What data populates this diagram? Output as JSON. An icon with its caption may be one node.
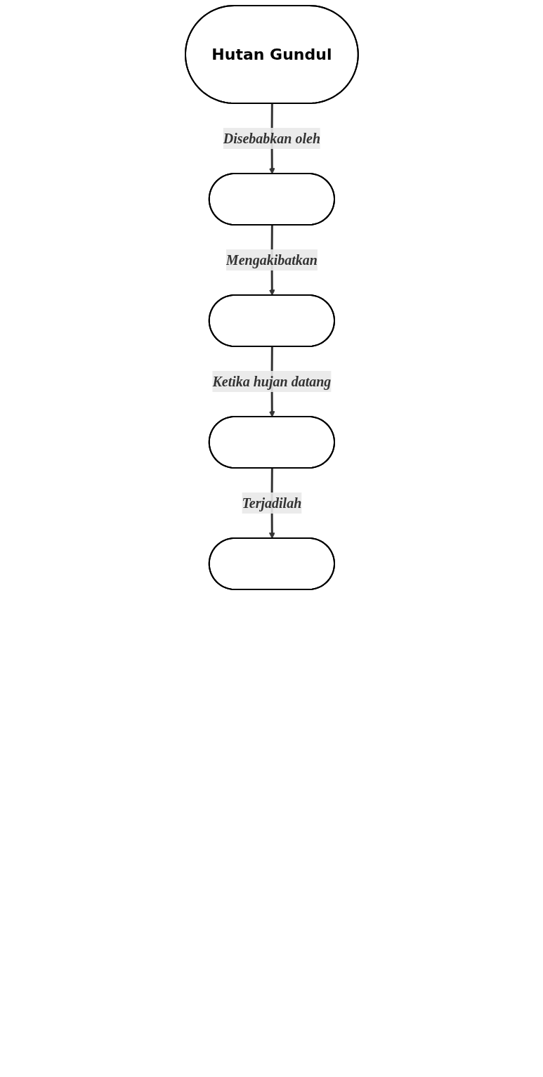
{
  "diagram": {
    "nodes": [
      {
        "text": [
          "Hutan Gundul"
        ]
      },
      {
        "text": [],
        "shape": "ellipse"
      },
      {
        "text": [],
        "shape": "ellipse"
      },
      {
        "text": [],
        "shape": "ellipse"
      },
      {
        "text": [],
        "shape": "ellipse"
      }
    ],
    "edges": [
      {
        "from": 0,
        "to": 1,
        "arrow": "to",
        "label": "Disebabkan oleh"
      },
      {
        "from": 1,
        "to": 2,
        "arrow": "to",
        "label": "Mengakibatkan"
      },
      {
        "from": 2,
        "to": 3,
        "arrow": "to",
        "label": "Ketika hujan datang"
      },
      {
        "from": 3,
        "to": 4,
        "arrow": "to",
        "label": "Terjadilah"
      }
    ]
  }
}
